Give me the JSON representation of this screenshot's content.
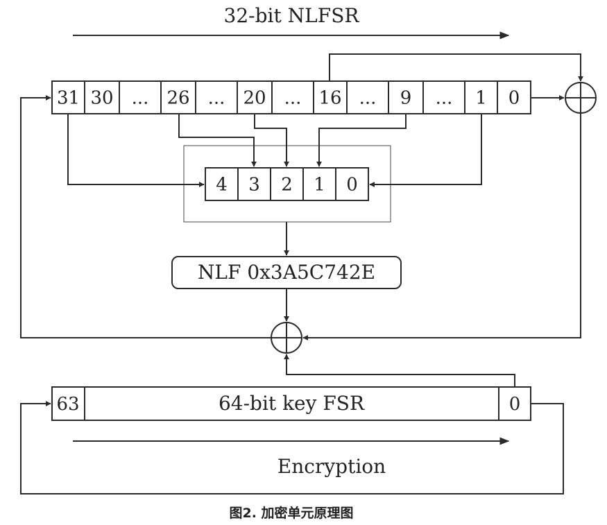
{
  "nlfsr": {
    "title": "32-bit NLFSR",
    "cells": [
      "31",
      "30",
      "...",
      "26",
      "...",
      "20",
      "...",
      "16",
      "...",
      "9",
      "...",
      "1",
      "0"
    ]
  },
  "index_register": {
    "cells": [
      "4",
      "3",
      "2",
      "1",
      "0"
    ]
  },
  "nlf": {
    "label": "NLF 0x3A5C742E"
  },
  "key_fsr": {
    "left_cell": "63",
    "label": "64-bit key FSR",
    "right_cell": "0"
  },
  "direction_label": "Encryption",
  "caption": "图2. 加密单元原理图"
}
